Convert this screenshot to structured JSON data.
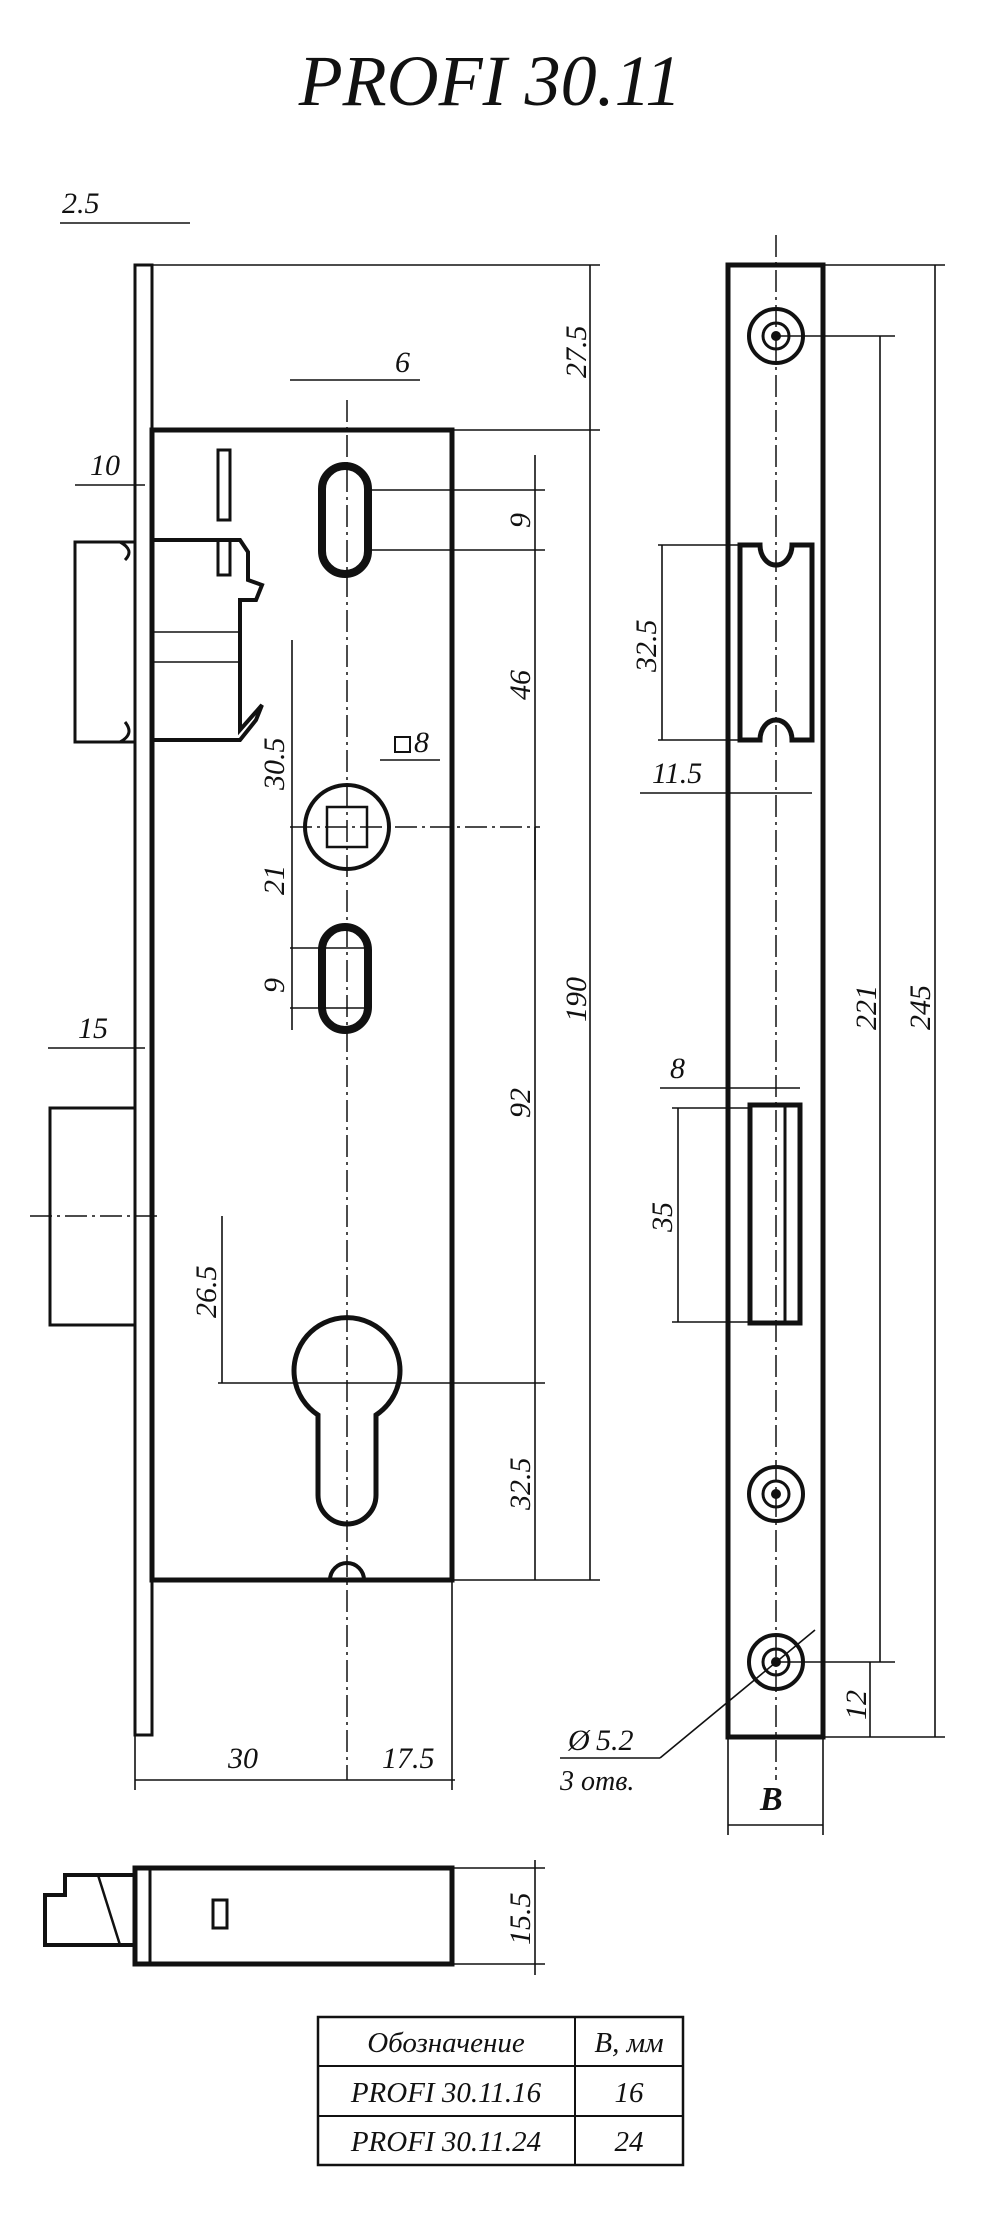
{
  "title": "PROFI 30.11",
  "dims": {
    "faceplate_thickness": "2.5",
    "top_offset": "27.5",
    "slot_width": "6",
    "latch_depth": "10",
    "slot_height": "9",
    "spindle_to_slot": "46",
    "spindle_offset": "30.5",
    "spindle_square": "8",
    "spindle_to_lower_slot": "21",
    "lower_slot_height": "9",
    "body_height": "190",
    "deadbolt_throw": "15",
    "spindle_to_cylinder": "92",
    "bolt_offset": "26.5",
    "cylinder_to_bottom": "32.5",
    "backset": "30",
    "cylinder_to_edge": "17.5",
    "bolt_thickness": "15.5",
    "strike_latch_height": "32.5",
    "strike_latch_depth": "11.5",
    "strike_bolt_width": "8",
    "strike_bolt_height": "35",
    "screw_spacing": "221",
    "faceplate_length": "245",
    "screw_from_end": "12",
    "hole_diameter": "5.2",
    "hole_count": "3 отв.",
    "faceplate_width_label": "B"
  },
  "table": {
    "headers": [
      "Обозначение",
      "B, мм"
    ],
    "rows": [
      [
        "PROFI 30.11.16",
        "16"
      ],
      [
        "PROFI 30.11.24",
        "24"
      ]
    ]
  }
}
